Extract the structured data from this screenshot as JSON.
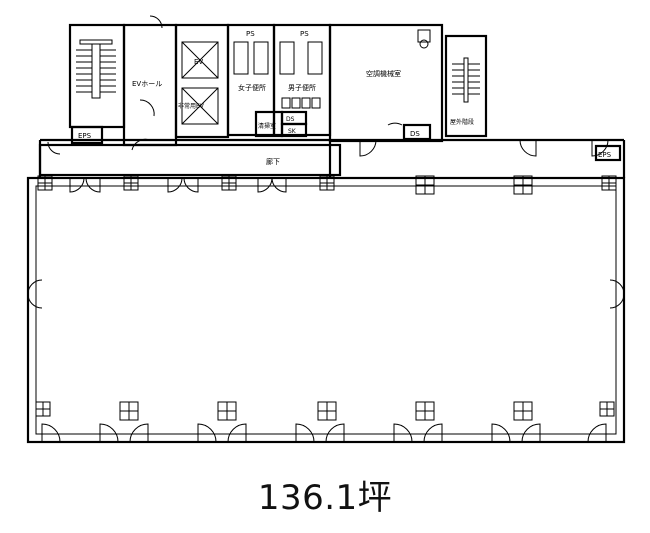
{
  "plan": {
    "labels": {
      "ev_hall": "EVホール",
      "ev": "EV",
      "freight_ev": "非常用EV",
      "ps": "PS",
      "womens_wc": "女子便所",
      "mens_wc": "男子便所",
      "electrical_room": "空調機械室",
      "cleaning_room": "清掃室",
      "ds": "DS",
      "sk": "SK",
      "eps": "EPS",
      "corridor": "廊下",
      "outdoor_stairs": "屋外階段"
    }
  },
  "area": {
    "text": "136.1坪"
  }
}
